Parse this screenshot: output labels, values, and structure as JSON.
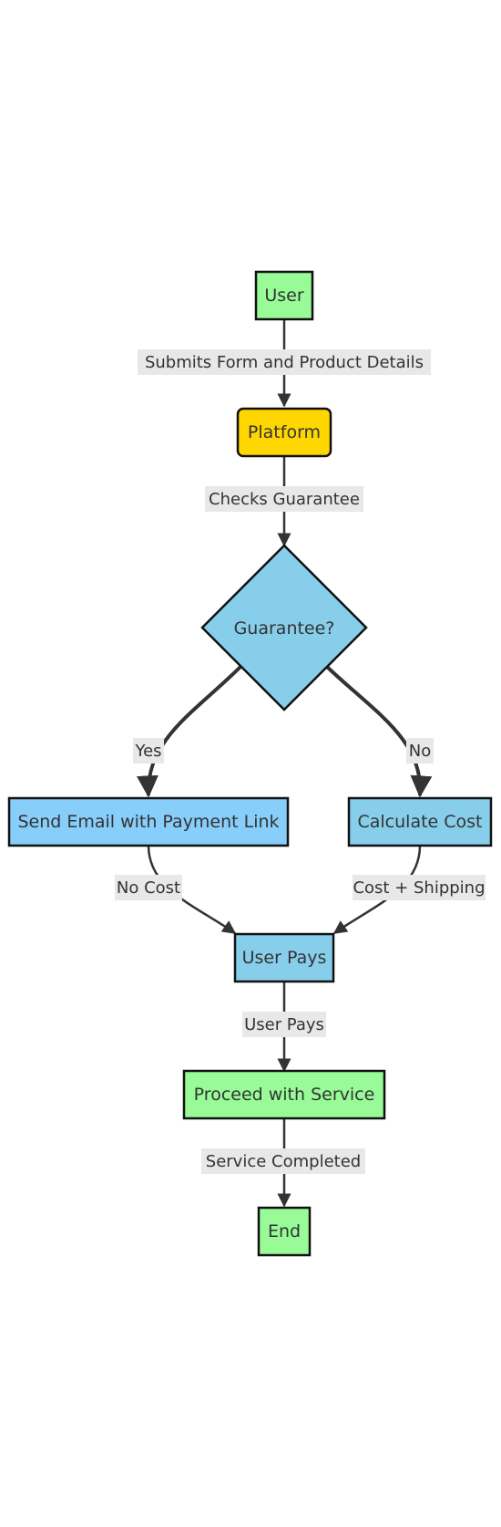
{
  "nodes": {
    "user": {
      "label": "User",
      "color": "#98fb98"
    },
    "platform": {
      "label": "Platform",
      "color": "#ffd700"
    },
    "guarantee": {
      "label": "Guarantee?",
      "color": "#87ceeb"
    },
    "send_email": {
      "label": "Send Email with Payment Link",
      "color": "#87cefa"
    },
    "calculate_cost": {
      "label": "Calculate Cost",
      "color": "#87ceeb"
    },
    "user_pays": {
      "label": "User Pays",
      "color": "#87ceeb"
    },
    "proceed": {
      "label": "Proceed with Service",
      "color": "#98fb98"
    },
    "end": {
      "label": "End",
      "color": "#98fb98"
    }
  },
  "edges": {
    "submits": "Submits Form and Product Details",
    "checks": "Checks Guarantee",
    "yes": "Yes",
    "no": "No",
    "no_cost": "No Cost",
    "cost_shipping": "Cost + Shipping",
    "user_pays": "User Pays",
    "service_completed": "Service Completed"
  }
}
